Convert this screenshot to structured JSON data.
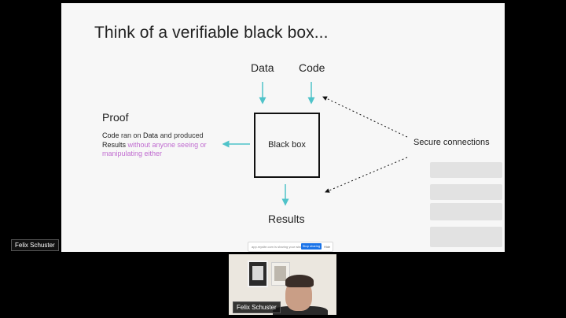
{
  "slide": {
    "title": "Think of a verifiable black box...",
    "labels": {
      "data": "Data",
      "code": "Code",
      "results": "Results",
      "box": "Black box",
      "secure": "Secure connections"
    },
    "proof": {
      "title": "Proof",
      "code_word": "Code",
      "ran_on": " ran on ",
      "data_word": "Data",
      "and_produced": " and produced",
      "results_word": "Results",
      "highlight": " without anyone seeing or manipulating either"
    },
    "arrow_color": "#4fc3c9",
    "highlight_color": "#c06cd0"
  },
  "share_bar": {
    "text": "app.mysite.com is sharing your window",
    "stop_label": "Stop sharing",
    "hide_label": "Hide"
  },
  "participants": {
    "presenter_name": "Felix Schuster",
    "video_name": "Felix Schuster"
  }
}
